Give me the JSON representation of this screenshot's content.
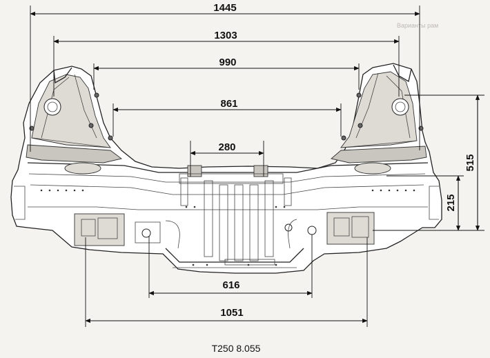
{
  "diagram": {
    "dimensions": {
      "d1445": "1445",
      "d1303": "1303",
      "d990": "990",
      "d861": "861",
      "d280": "280",
      "d616": "616",
      "d1051": "1051",
      "d515": "515",
      "d215": "215"
    },
    "caption": "T250 8.055",
    "watermark_text": "Варианты рам"
  }
}
